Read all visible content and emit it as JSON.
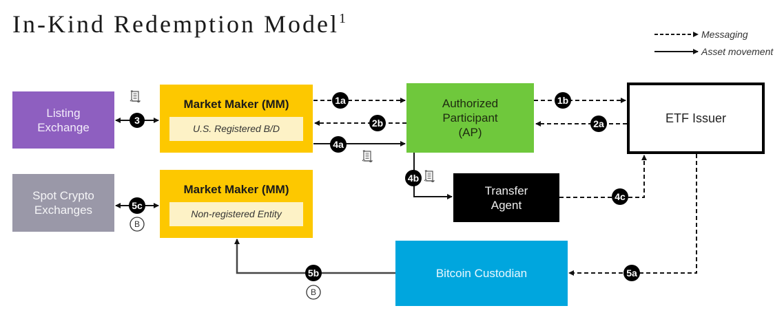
{
  "title": {
    "text": "In-Kind Redemption Model",
    "footnote": "1"
  },
  "legend": {
    "messaging": "Messaging",
    "asset_movement": "Asset movement"
  },
  "nodes": {
    "listing_exchange": {
      "line1": "Listing",
      "line2": "Exchange",
      "color": "#8e5fc0"
    },
    "market_maker_registered": {
      "title": "Market Maker (MM)",
      "subtitle": "U.S. Registered B/D",
      "color": "#fdc800"
    },
    "authorized_participant": {
      "line1": "Authorized",
      "line2": "Participant",
      "line3": "(AP)",
      "color": "#6fc83c"
    },
    "etf_issuer": {
      "label": "ETF Issuer",
      "color": "#ffffff"
    },
    "spot_crypto_exchanges": {
      "line1": "Spot Crypto",
      "line2": "Exchanges",
      "color": "#9a98a8"
    },
    "market_maker_nonregistered": {
      "title": "Market Maker (MM)",
      "subtitle": "Non-registered Entity",
      "color": "#fdc800"
    },
    "transfer_agent": {
      "line1": "Transfer",
      "line2": "Agent",
      "color": "#000000"
    },
    "bitcoin_custodian": {
      "label": "Bitcoin Custodian",
      "color": "#00a6de"
    }
  },
  "steps": {
    "s1a": "1a",
    "s1b": "1b",
    "s2a": "2a",
    "s2b": "2b",
    "s3": "3",
    "s4a": "4a",
    "s4b": "4b",
    "s4c": "4c",
    "s5a": "5a",
    "s5b": "5b",
    "s5c": "5c"
  },
  "bitcoin_symbol": "B",
  "edges": [
    {
      "from": "market_maker_registered",
      "to": "authorized_participant",
      "step": "1a",
      "type": "messaging"
    },
    {
      "from": "authorized_participant",
      "to": "etf_issuer",
      "step": "1b",
      "type": "messaging"
    },
    {
      "from": "etf_issuer",
      "to": "authorized_participant",
      "step": "2a",
      "type": "messaging"
    },
    {
      "from": "authorized_participant",
      "to": "market_maker_registered",
      "step": "2b",
      "type": "messaging"
    },
    {
      "from": "listing_exchange",
      "to": "market_maker_registered",
      "step": "3",
      "type": "asset movement",
      "bidirectional": true,
      "icon": "share-certificate"
    },
    {
      "from": "market_maker_registered",
      "to": "authorized_participant",
      "step": "4a",
      "type": "asset movement",
      "icon": "share-certificate"
    },
    {
      "from": "authorized_participant",
      "to": "transfer_agent",
      "step": "4b",
      "type": "asset movement",
      "icon": "share-certificate"
    },
    {
      "from": "transfer_agent",
      "to": "etf_issuer",
      "step": "4c",
      "type": "messaging"
    },
    {
      "from": "etf_issuer",
      "to": "bitcoin_custodian",
      "step": "5a",
      "type": "messaging"
    },
    {
      "from": "bitcoin_custodian",
      "to": "market_maker_nonregistered",
      "step": "5b",
      "type": "asset movement",
      "icon": "bitcoin"
    },
    {
      "from": "spot_crypto_exchanges",
      "to": "market_maker_nonregistered",
      "step": "5c",
      "type": "asset movement",
      "bidirectional": true,
      "icon": "bitcoin"
    }
  ]
}
